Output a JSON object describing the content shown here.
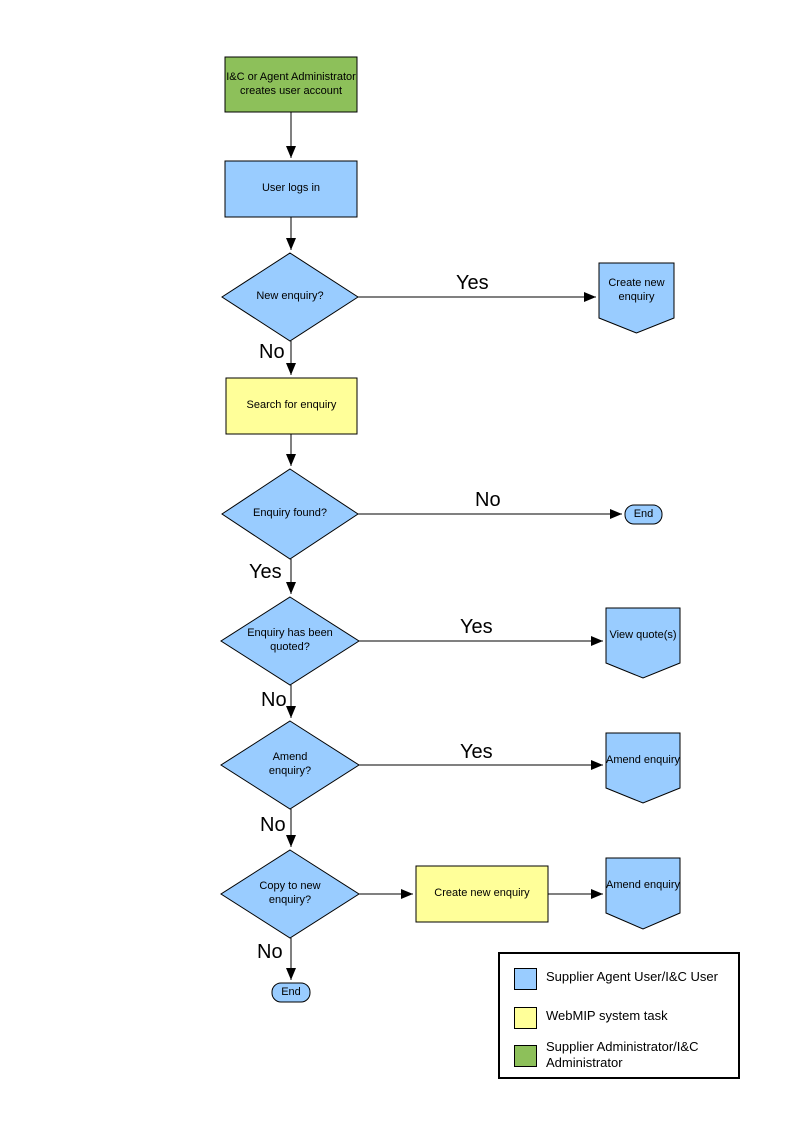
{
  "palette": {
    "user_action_blue": "#99CCFF",
    "system_task_yellow": "#FFFF99",
    "admin_green": "#8DC05A",
    "line_black": "#000000"
  },
  "nodes": {
    "admin_creates_account": "I&C or Agent Administrator creates user account",
    "user_logs_in": "User logs in",
    "new_enquiry": "New enquiry?",
    "create_new_enquiry_offpage": "Create new enquiry",
    "search_for_enquiry": "Search for enquiry",
    "enquiry_found": "Enquiry found?",
    "end_right": "End",
    "enquiry_quoted": "Enquiry has been quoted?",
    "view_quotes": "View quote(s)",
    "amend_enquiry_q": "Amend enquiry?",
    "amend_enquiry_offpage1": "Amend enquiry",
    "copy_to_new_enquiry": "Copy to new enquiry?",
    "create_new_enquiry_task": "Create new enquiry",
    "amend_enquiry_offpage2": "Amend enquiry",
    "end_bottom": "End"
  },
  "edges": {
    "new_enquiry_yes": "Yes",
    "new_enquiry_no": "No",
    "enquiry_found_no": "No",
    "enquiry_found_yes": "Yes",
    "quoted_yes": "Yes",
    "quoted_no": "No",
    "amend_yes": "Yes",
    "amend_no": "No",
    "copy_no": "No"
  },
  "legend": {
    "items": [
      {
        "color": "#99CCFF",
        "label": "Supplier Agent User/I&C User"
      },
      {
        "color": "#FFFF99",
        "label": "WebMIP system task"
      },
      {
        "color": "#8DC05A",
        "label": "Supplier Administrator/I&C Administrator"
      }
    ]
  }
}
